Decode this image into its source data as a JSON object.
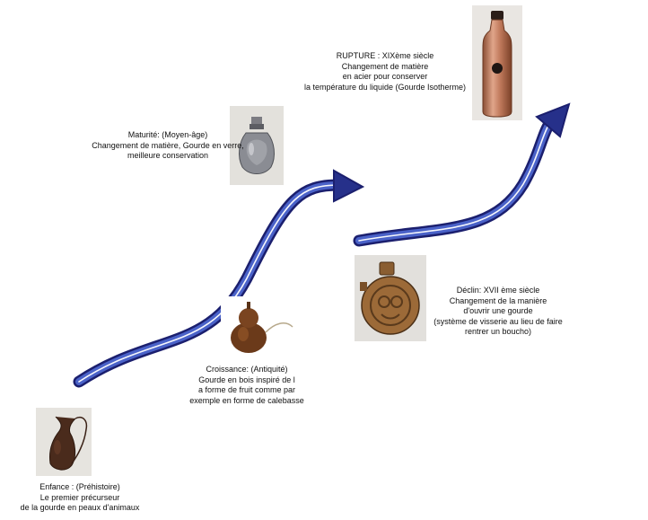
{
  "stages": [
    {
      "id": "enfance",
      "lines": [
        "Enfance : (Préhistoire)",
        "Le premier précurseur",
        "de la gourde en peaux d'animaux"
      ],
      "image": "leather-gourd-image"
    },
    {
      "id": "croissance",
      "lines": [
        "Croissance: (Antiquité)",
        "Gourde en bois inspiré de l",
        "a forme de fruit comme par",
        "exemple en forme de calebasse"
      ],
      "image": "calabash-gourd-image"
    },
    {
      "id": "maturite",
      "lines": [
        "Maturité: (Moyen-âge)",
        "Changement de matière, Gourde en verre,",
        "meilleure conservation"
      ],
      "image": "glass-gourd-image"
    },
    {
      "id": "declin",
      "lines": [
        "Déclin: XVII ème siècle",
        "Changement de la manière",
        "d'ouvrir une gourde",
        "(système de visserie au lieu de faire",
        "rentrer un boucho)"
      ],
      "image": "wooden-screw-gourd-image"
    },
    {
      "id": "rupture",
      "lines": [
        "RUPTURE : XIXème siècle",
        "Changement de matière",
        "en acier pour conserver",
        "la température du liquide (Gourde Isotherme)"
      ],
      "image": "steel-bottle-image"
    }
  ],
  "colors": {
    "arrow_outer": "#1b1f6e",
    "arrow_inner": "#4a62c8",
    "arrow_highlight": "#ffffff"
  }
}
